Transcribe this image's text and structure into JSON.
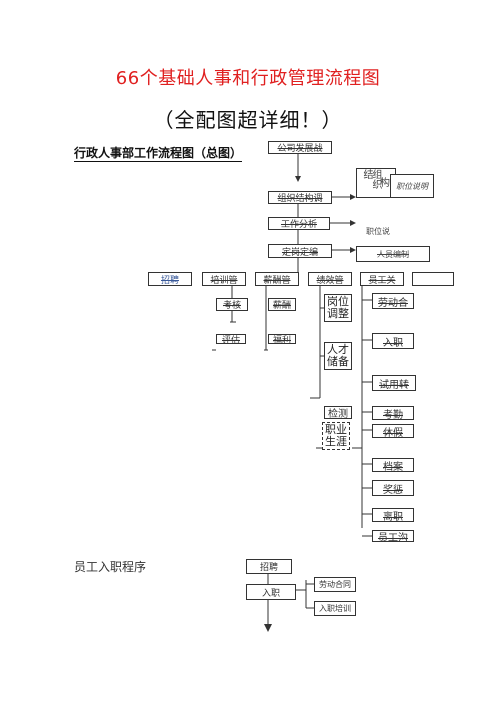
{
  "header": {
    "title": "66个基础人事和行政管理流程图",
    "subtitle": "（全配图超详细！）"
  },
  "overview": {
    "section_title": "行政人事部工作流程图（总图）",
    "chain": [
      "公司发展战",
      "组织结构调",
      "工作分析",
      "定岗定编"
    ],
    "org_doc_a": "组织结",
    "org_doc_b": "构",
    "desc_doc": "职位说明",
    "side_note": "职位说",
    "sheet_doc": "人员编制",
    "modules": [
      "招聘",
      "培训管",
      "薪酬管",
      "绩效管",
      "员工关",
      ""
    ],
    "sub_left": [
      "考核",
      "评估"
    ],
    "sub_mid": [
      "薪酬",
      "福利"
    ],
    "perf_items": [
      "岗位调整",
      "人才储备",
      "检测",
      "职业生涯"
    ],
    "relation_items": [
      "劳动合",
      "入职",
      "试用转",
      "考勤",
      "休假",
      "档案",
      "奖惩",
      "离职",
      "员工沟"
    ]
  },
  "onboarding": {
    "section_title": "员工入职程序",
    "steps": [
      "招聘",
      "入职"
    ],
    "branches": [
      "劳动合同",
      "入职培训"
    ]
  }
}
